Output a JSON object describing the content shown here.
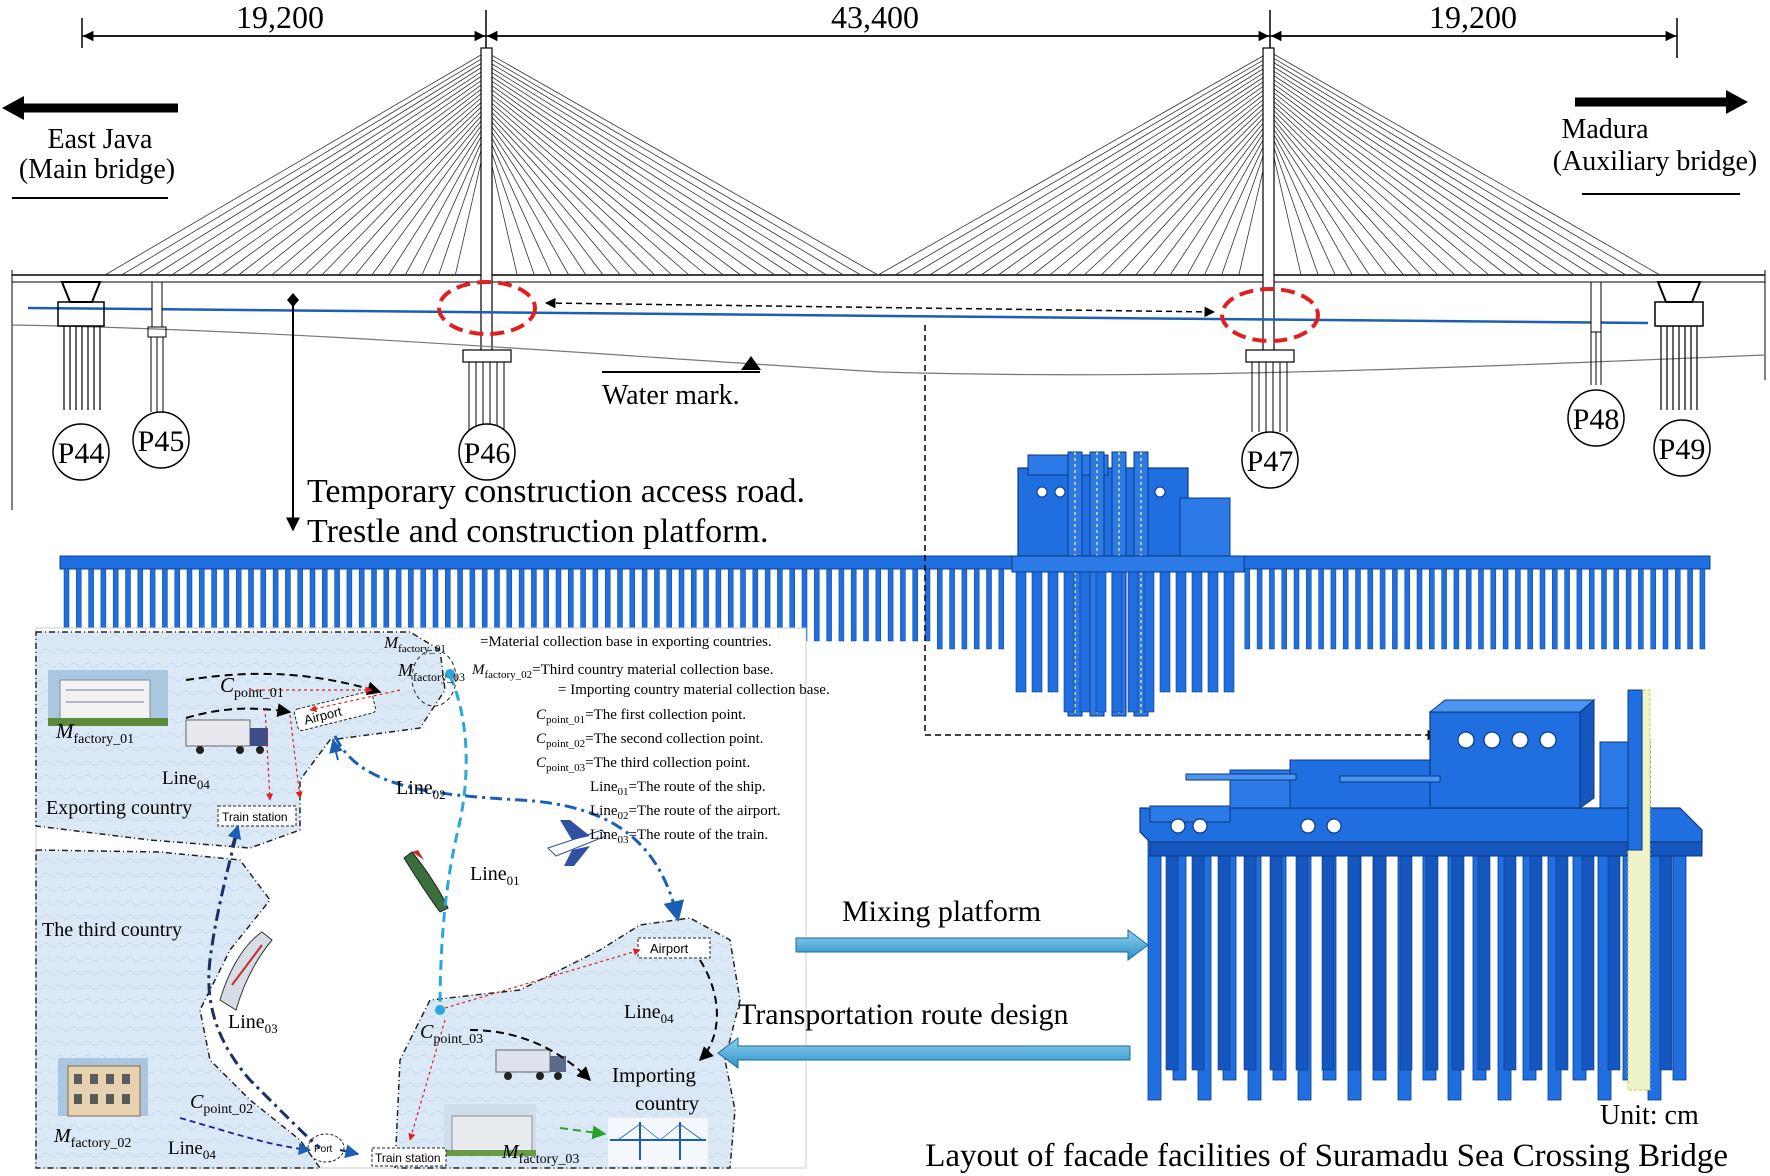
{
  "dimensions": {
    "span_left": "19,200",
    "span_center": "43,400",
    "span_right": "19,200"
  },
  "directions": {
    "left_line1": "East Java",
    "left_line2": "(Main bridge)",
    "right_line1": "Madura",
    "right_line2": "(Auxiliary bridge)"
  },
  "piers": [
    "P44",
    "P45",
    "P46",
    "P47",
    "P48",
    "P49"
  ],
  "labels": {
    "water_mark": "Water mark.",
    "access_road": "Temporary construction access road.",
    "trestle": "Trestle and construction platform.",
    "mixing_platform": "Mixing platform",
    "transport_design": "Transportation route design",
    "unit": "Unit: cm",
    "caption": "Layout of facade facilities of Suramadu Sea Crossing Bridge"
  },
  "map": {
    "exporting_country": "Exporting country",
    "third_country": "The third country",
    "importing_country_1": "Importing",
    "importing_country_2": "country",
    "airport_1": "Airport",
    "airport_2": "Airport",
    "train_station_1": "Train station",
    "train_station_2": "Train station",
    "port": "Port"
  },
  "symbols": {
    "M": "M",
    "C": "C",
    "Line": "Line",
    "factory_01": "factory_01",
    "factory_02": "factory_02",
    "factory_03": "factory_03",
    "point_01": "point_01",
    "point_02": "point_02",
    "point_03": "point_03",
    "sub_01": "01",
    "sub_02": "02",
    "sub_03": "03",
    "sub_04": "04"
  },
  "legend": {
    "m1": "=Material collection base in exporting countries.",
    "m2": "=Third country material collection base.",
    "m3": " = Importing country material collection base.",
    "c1": "=The first collection point.",
    "c2": "=The second collection point.",
    "c3": "=The third collection point.",
    "l1": "=The route of the ship.",
    "l2": "=The route of the airport.",
    "l3": "=The route of the train."
  },
  "colors": {
    "platform_blue": "#1f6fe0",
    "route_blue": "#1a5fb4",
    "route_light": "#29a8e0",
    "ring_red": "#e02020",
    "map_bg": "#dbe9f6"
  }
}
